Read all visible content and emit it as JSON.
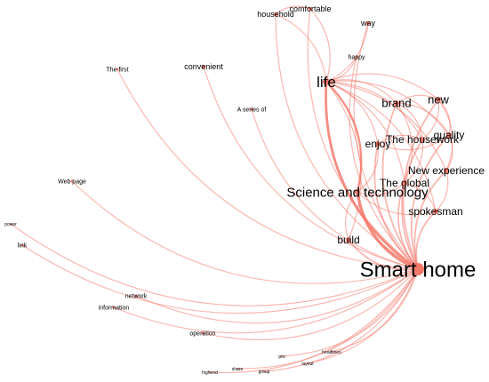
{
  "graph": {
    "edge_color": "#f4796b",
    "node_color": "#f4796b",
    "label_color": "#000000",
    "nodes": [
      {
        "id": "smart-home",
        "label": "Smart home"
      },
      {
        "id": "science-and-technology",
        "label": "Science and technology"
      },
      {
        "id": "life",
        "label": "life"
      },
      {
        "id": "brand",
        "label": "brand"
      },
      {
        "id": "new",
        "label": "new"
      },
      {
        "id": "quality",
        "label": "quality"
      },
      {
        "id": "the-housework",
        "label": "The housework"
      },
      {
        "id": "enjoy",
        "label": "enjoy"
      },
      {
        "id": "new-experience",
        "label": "New experience"
      },
      {
        "id": "the-global",
        "label": "The global"
      },
      {
        "id": "spokesman",
        "label": "spokesman"
      },
      {
        "id": "build",
        "label": "build"
      },
      {
        "id": "household",
        "label": "household"
      },
      {
        "id": "comfortable",
        "label": "comfortable"
      },
      {
        "id": "way",
        "label": "way"
      },
      {
        "id": "happy",
        "label": "happy"
      },
      {
        "id": "convenient",
        "label": "convenient"
      },
      {
        "id": "the-first",
        "label": "The first"
      },
      {
        "id": "a-series-of",
        "label": "A series of"
      },
      {
        "id": "web-page",
        "label": "Web page"
      },
      {
        "id": "power",
        "label": "power"
      },
      {
        "id": "link",
        "label": "link"
      },
      {
        "id": "network",
        "label": "network"
      },
      {
        "id": "information",
        "label": "information"
      },
      {
        "id": "operation",
        "label": "operation"
      },
      {
        "id": "pro",
        "label": "pro"
      },
      {
        "id": "headlines",
        "label": "headlines"
      },
      {
        "id": "layout",
        "label": "layout"
      },
      {
        "id": "highend",
        "label": "highend"
      },
      {
        "id": "share",
        "label": "share"
      },
      {
        "id": "group",
        "label": "group"
      }
    ],
    "edges": [
      {
        "from": "smart-home",
        "to": "science-and-technology",
        "weight": 5
      },
      {
        "from": "smart-home",
        "to": "life",
        "weight": 4
      },
      {
        "from": "smart-home",
        "to": "brand",
        "weight": 2
      },
      {
        "from": "smart-home",
        "to": "new",
        "weight": 2
      },
      {
        "from": "smart-home",
        "to": "quality",
        "weight": 2
      },
      {
        "from": "smart-home",
        "to": "the-housework",
        "weight": 2
      },
      {
        "from": "smart-home",
        "to": "enjoy",
        "weight": 2
      },
      {
        "from": "smart-home",
        "to": "new-experience",
        "weight": 2
      },
      {
        "from": "smart-home",
        "to": "the-global",
        "weight": 2
      },
      {
        "from": "smart-home",
        "to": "spokesman",
        "weight": 2
      },
      {
        "from": "smart-home",
        "to": "build",
        "weight": 2
      },
      {
        "from": "smart-home",
        "to": "household",
        "weight": 1
      },
      {
        "from": "smart-home",
        "to": "comfortable",
        "weight": 1
      },
      {
        "from": "smart-home",
        "to": "way",
        "weight": 1
      },
      {
        "from": "smart-home",
        "to": "happy",
        "weight": 1
      },
      {
        "from": "smart-home",
        "to": "convenient",
        "weight": 1
      },
      {
        "from": "smart-home",
        "to": "the-first",
        "weight": 1
      },
      {
        "from": "smart-home",
        "to": "a-series-of",
        "weight": 1
      },
      {
        "from": "smart-home",
        "to": "web-page",
        "weight": 1
      },
      {
        "from": "smart-home",
        "to": "power",
        "weight": 1
      },
      {
        "from": "smart-home",
        "to": "link",
        "weight": 1
      },
      {
        "from": "smart-home",
        "to": "network",
        "weight": 1
      },
      {
        "from": "smart-home",
        "to": "information",
        "weight": 1
      },
      {
        "from": "smart-home",
        "to": "operation",
        "weight": 1
      },
      {
        "from": "smart-home",
        "to": "pro",
        "weight": 1
      },
      {
        "from": "smart-home",
        "to": "headlines",
        "weight": 1
      },
      {
        "from": "smart-home",
        "to": "layout",
        "weight": 1
      },
      {
        "from": "smart-home",
        "to": "highend",
        "weight": 1
      },
      {
        "from": "smart-home",
        "to": "share",
        "weight": 1
      },
      {
        "from": "smart-home",
        "to": "group",
        "weight": 1
      },
      {
        "from": "life",
        "to": "science-and-technology",
        "weight": 3
      },
      {
        "from": "life",
        "to": "brand",
        "weight": 1
      },
      {
        "from": "life",
        "to": "new",
        "weight": 1
      },
      {
        "from": "life",
        "to": "quality",
        "weight": 1
      },
      {
        "from": "life",
        "to": "the-housework",
        "weight": 1
      },
      {
        "from": "life",
        "to": "enjoy",
        "weight": 1
      },
      {
        "from": "life",
        "to": "new-experience",
        "weight": 1
      },
      {
        "from": "life",
        "to": "the-global",
        "weight": 1
      },
      {
        "from": "life",
        "to": "spokesman",
        "weight": 1
      },
      {
        "from": "life",
        "to": "build",
        "weight": 1
      },
      {
        "from": "brand",
        "to": "new",
        "weight": 1
      },
      {
        "from": "brand",
        "to": "quality",
        "weight": 1
      },
      {
        "from": "brand",
        "to": "the-housework",
        "weight": 1
      },
      {
        "from": "brand",
        "to": "the-global",
        "weight": 1
      },
      {
        "from": "new",
        "to": "quality",
        "weight": 1
      },
      {
        "from": "new",
        "to": "new-experience",
        "weight": 1
      },
      {
        "from": "new",
        "to": "the-housework",
        "weight": 1
      },
      {
        "from": "quality",
        "to": "new-experience",
        "weight": 1
      },
      {
        "from": "quality",
        "to": "enjoy",
        "weight": 1
      },
      {
        "from": "enjoy",
        "to": "the-housework",
        "weight": 1
      },
      {
        "from": "enjoy",
        "to": "science-and-technology",
        "weight": 1
      },
      {
        "from": "the-housework",
        "to": "the-global",
        "weight": 1
      },
      {
        "from": "the-global",
        "to": "spokesman",
        "weight": 1
      },
      {
        "from": "the-global",
        "to": "science-and-technology",
        "weight": 1
      },
      {
        "from": "new-experience",
        "to": "spokesman",
        "weight": 1
      },
      {
        "from": "spokesman",
        "to": "science-and-technology",
        "weight": 1
      },
      {
        "from": "build",
        "to": "science-and-technology",
        "weight": 1
      },
      {
        "from": "household",
        "to": "life",
        "weight": 1
      },
      {
        "from": "comfortable",
        "to": "life",
        "weight": 1
      },
      {
        "from": "way",
        "to": "life",
        "weight": 1
      },
      {
        "from": "happy",
        "to": "life",
        "weight": 1
      },
      {
        "from": "household",
        "to": "comfortable",
        "weight": 1
      }
    ]
  }
}
